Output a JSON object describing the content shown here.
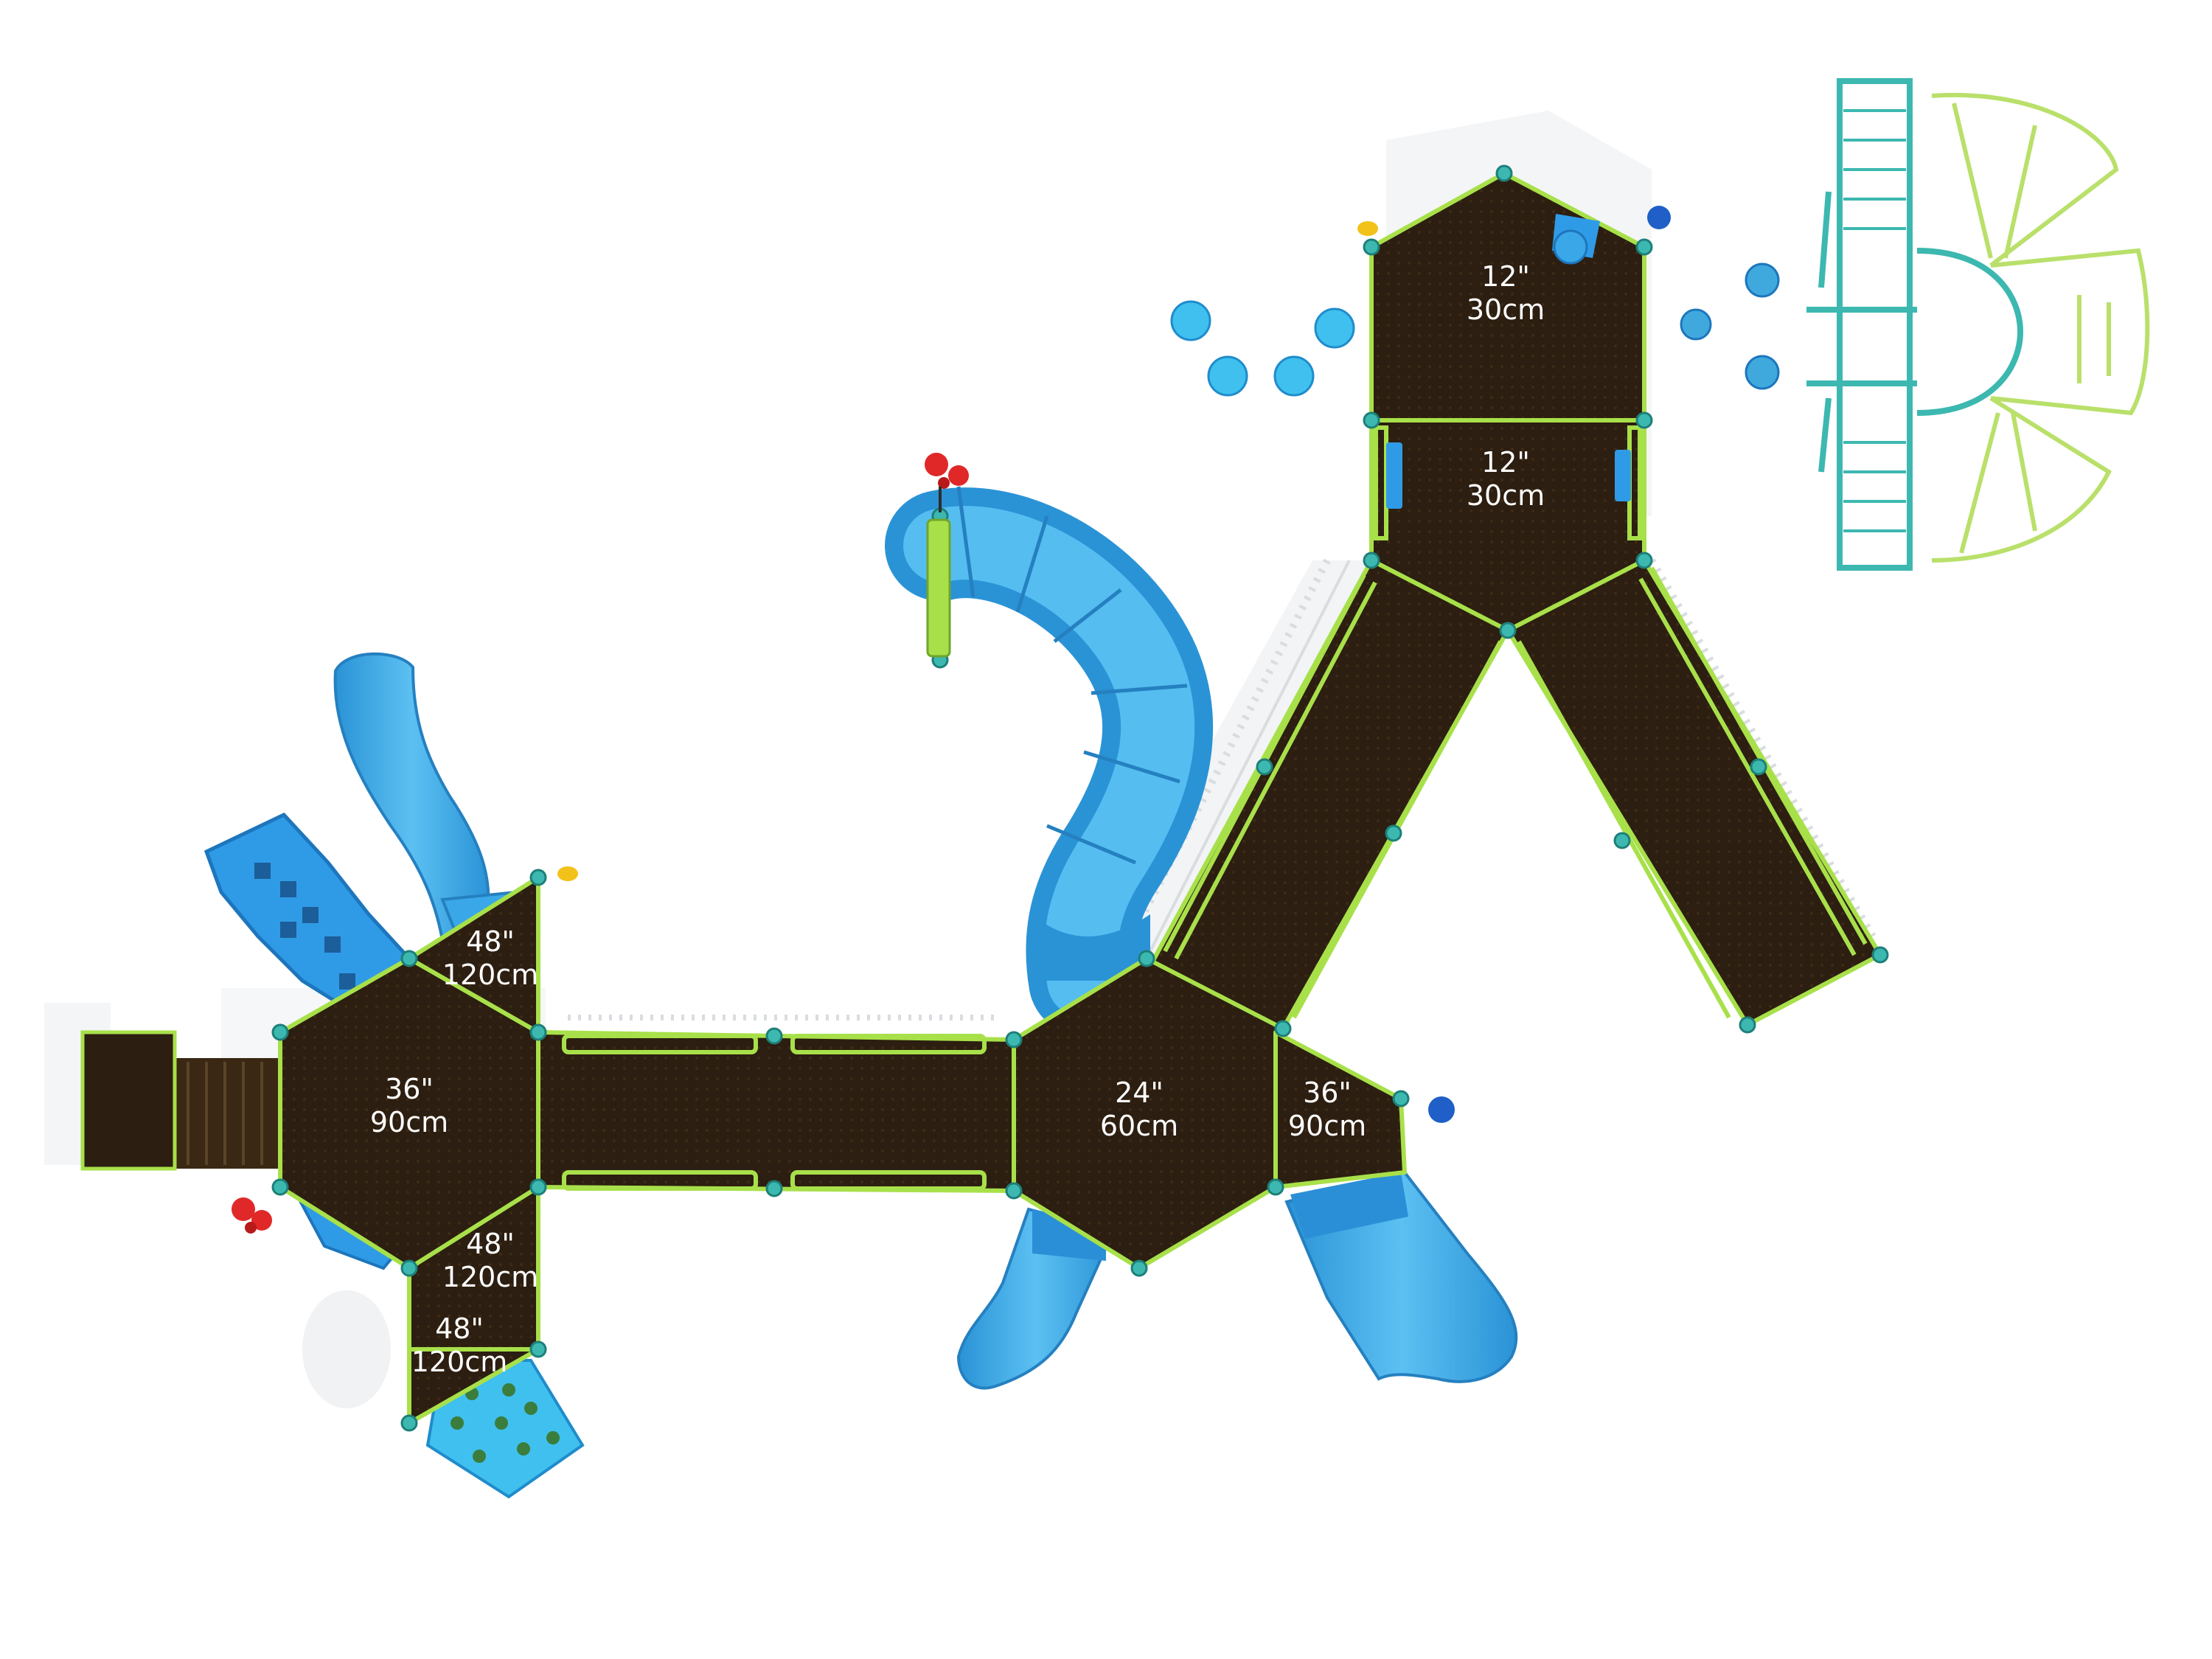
{
  "colors": {
    "deck": "#2c1e10",
    "deck_grid": "#3d2a17",
    "trim": "#a8e04a",
    "post": "#3cb8b0",
    "slide": "#3aa7e8",
    "slide_light": "#8dd3f7",
    "climber": "#2f8fe0",
    "shadow": "#e9ecee",
    "accent_red": "#e02828",
    "accent_yellow": "#f2c21a",
    "ball_blue": "#1f5fc7",
    "label": "#ffffff"
  },
  "height_labels": [
    {
      "id": "deck-12-top",
      "imperial": "12\"",
      "metric": "30cm"
    },
    {
      "id": "deck-12-middle",
      "imperial": "12\"",
      "metric": "30cm"
    },
    {
      "id": "deck-48-upper-left",
      "imperial": "48\"",
      "metric": "120cm"
    },
    {
      "id": "deck-36-left",
      "imperial": "36\"",
      "metric": "90cm"
    },
    {
      "id": "deck-24-center",
      "imperial": "24\"",
      "metric": "60cm"
    },
    {
      "id": "deck-36-right",
      "imperial": "36\"",
      "metric": "90cm"
    },
    {
      "id": "deck-48-lower-left",
      "imperial": "48\"",
      "metric": "120cm"
    },
    {
      "id": "deck-48-bottom-left",
      "imperial": "48\"",
      "metric": "120cm"
    }
  ]
}
